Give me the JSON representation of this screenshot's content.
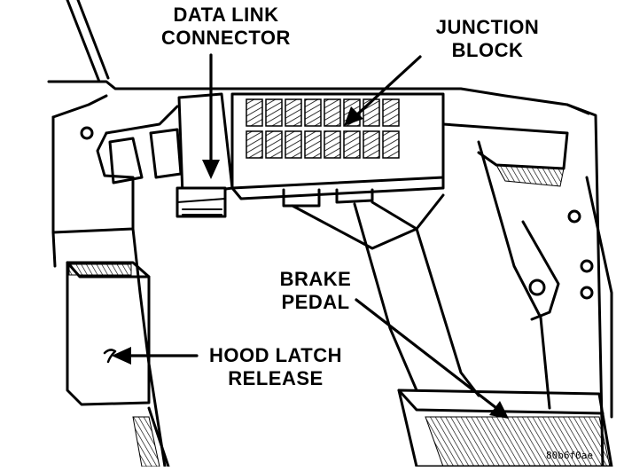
{
  "labels": {
    "data_link_connector": [
      "DATA LINK",
      "CONNECTOR"
    ],
    "junction_block": [
      "JUNCTION",
      "BLOCK"
    ],
    "brake_pedal": [
      "BRAKE",
      "PEDAL"
    ],
    "hood_latch_release": [
      "HOOD LATCH",
      "RELEASE"
    ]
  },
  "figure_code": "80b6f0ae",
  "colors": {
    "ink": "#000000",
    "paper": "#ffffff"
  }
}
